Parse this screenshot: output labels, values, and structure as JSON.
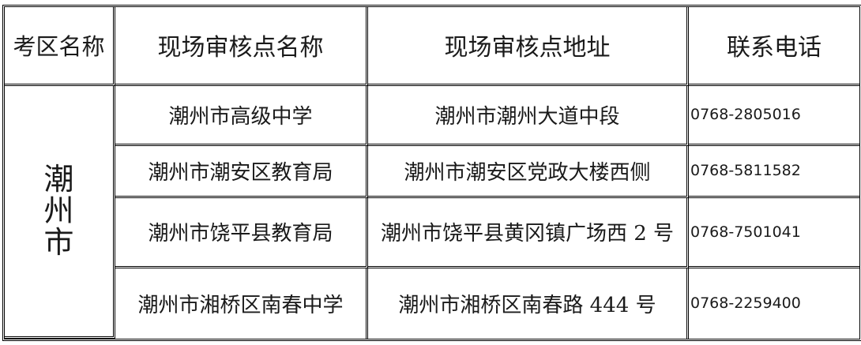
{
  "headers": {
    "area": "考区名称",
    "site_name": "现场审核点名称",
    "site_address": "现场审核点地址",
    "phone": "联系电话"
  },
  "area_name": "潮州市",
  "rows": [
    {
      "name": "潮州市高级中学",
      "address": "潮州市潮州大道中段",
      "phone": "0768-2805016"
    },
    {
      "name": "潮州市潮安区教育局",
      "address": "潮州市潮安区党政大楼西侧",
      "phone": "0768-5811582"
    },
    {
      "name": "潮州市饶平县教育局",
      "address": "潮州市饶平县黄冈镇广场西 2 号",
      "phone": "0768-7501041"
    },
    {
      "name": "潮州市湘桥区南春中学",
      "address": "潮州市湘桥区南春路 444 号",
      "phone": "0768-2259400"
    }
  ]
}
